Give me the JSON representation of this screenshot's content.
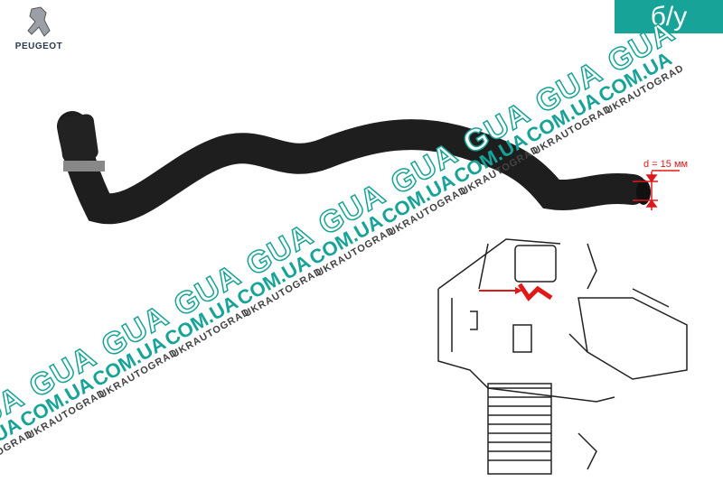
{
  "brand": {
    "name": "PEUGEOT"
  },
  "badge": {
    "label": "б/у",
    "color": "#17a398"
  },
  "watermark": {
    "gua": "GUA",
    "domain": "COM.UA",
    "site": "UKRAUTOGRAD"
  },
  "dimension": {
    "label": "d = 15 мм",
    "color": "#e01818"
  }
}
